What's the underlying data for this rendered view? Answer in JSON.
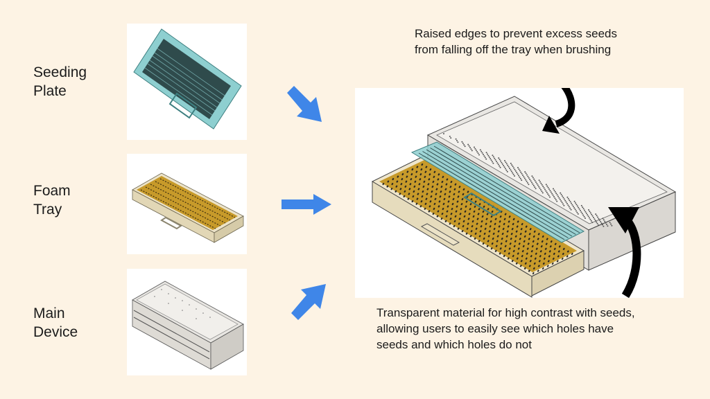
{
  "components": [
    {
      "label_line1": "Seeding",
      "label_line2": "Plate"
    },
    {
      "label_line1": "Foam",
      "label_line2": "Tray"
    },
    {
      "label_line1": "Main",
      "label_line2": "Device"
    }
  ],
  "annotations": {
    "top_line1": "Raised edges to prevent excess seeds",
    "top_line2": "from falling off the tray when brushing",
    "bottom_line1": "Transparent material for high contrast with seeds,",
    "bottom_line2": "allowing users to easily see which holes have",
    "bottom_line3": "seeds and which holes do not"
  },
  "colors": {
    "background": "#fdf3e4",
    "arrow": "#3f86e8",
    "plate": "#8ecfd0",
    "foam": "#c79a2a",
    "tray": "#ece3c8",
    "device": "#e8e6e2"
  }
}
